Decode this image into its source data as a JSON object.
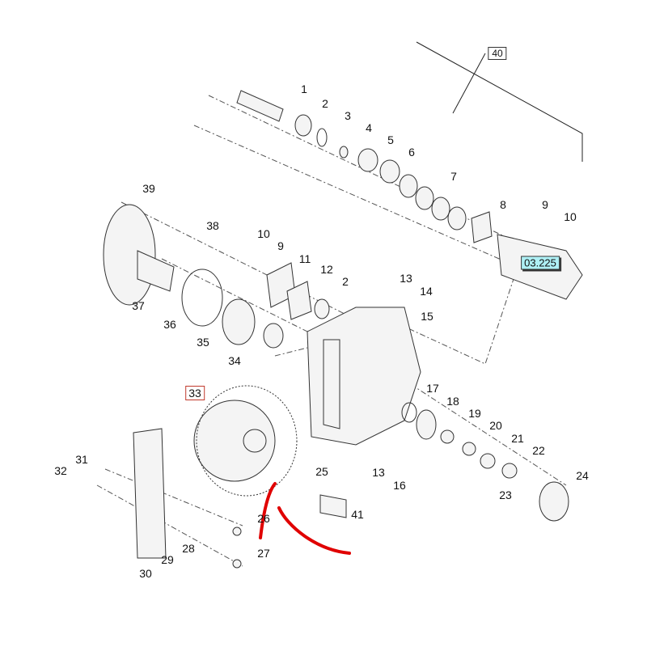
{
  "diagram": {
    "callouts": [
      "40",
      "1",
      "2",
      "3",
      "4",
      "5",
      "6",
      "7",
      "8",
      "9",
      "10",
      "39",
      "38",
      "10",
      "9",
      "11",
      "12",
      "2",
      "13",
      "14",
      "15",
      "37",
      "36",
      "35",
      "34",
      "33",
      "17",
      "18",
      "19",
      "20",
      "21",
      "22",
      "24",
      "23",
      "31",
      "32",
      "25",
      "13",
      "16",
      "41",
      "26",
      "27",
      "28",
      "29",
      "30"
    ],
    "reference_link": "03.225",
    "highlighted_part": "33",
    "colors": {
      "highlight": "#c0392b",
      "reference_bg": "#aef0f5",
      "arrow": "#e00000"
    }
  }
}
